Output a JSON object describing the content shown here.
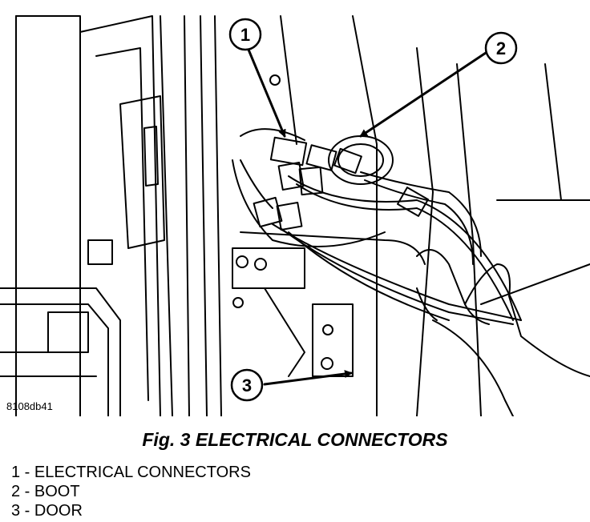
{
  "figure": {
    "code": "8108db41",
    "caption": "Fig. 3 ELECTRICAL CONNECTORS"
  },
  "callouts": [
    {
      "number": "1"
    },
    {
      "number": "2"
    },
    {
      "number": "3"
    }
  ],
  "legend": [
    {
      "text": "1 - ELECTRICAL CONNECTORS"
    },
    {
      "text": "2 - BOOT"
    },
    {
      "text": "3 - DOOR"
    }
  ]
}
